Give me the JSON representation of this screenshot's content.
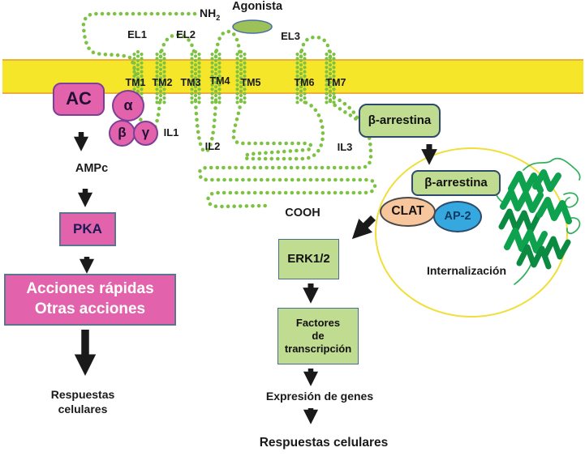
{
  "receptor": {
    "nh2_base": "NH",
    "nh2_sub": "2",
    "cooh": "COOH",
    "agonist_label": "Agonista",
    "el_labels": [
      "EL1",
      "EL2",
      "EL3"
    ],
    "tm_labels": [
      "TM1",
      "TM2",
      "TM3",
      "TM4",
      "TM5",
      "TM6",
      "TM7"
    ],
    "il_labels": [
      "IL1",
      "IL2",
      "IL3"
    ]
  },
  "left_pathway": {
    "ac": "AC",
    "alpha": "α",
    "beta": "β",
    "gamma": "γ",
    "ampc": "AMPc",
    "pka": "PKA",
    "actions_line1": "Acciones rápidas",
    "actions_line2": "Otras acciones",
    "responses_line1": "Respuestas",
    "responses_line2": "celulares"
  },
  "right_pathway": {
    "arrestin1": "β-arrestina",
    "arrestin2": "β-arrestina",
    "clat": "CLAT",
    "ap2": "AP-2",
    "internalization": "Internalización",
    "erk": "ERK1/2",
    "factors_line1": "Factores",
    "factors_line2": "de",
    "factors_line3": "transcripción",
    "gene_expression": "Expresión de genes",
    "responses": "Respuestas celulares"
  },
  "colors": {
    "membrane_yellow": "#F5E62A",
    "membrane_edge": "#EDAE3A",
    "chain_green": "#7DC242",
    "pink_fill": "#E263AB",
    "purple_border": "#7B3F98",
    "slate_border": "#5C7391",
    "green_box_fill": "#BFDC91",
    "navy_border": "#2E4A6B",
    "clat_fill": "#F8C69C",
    "ap2_fill": "#35A8DF",
    "ribbon_green": "#0EA14E",
    "vesicle_yellow": "#F0DF3A",
    "arrow_black": "#1A1A1A",
    "agonist_fill": "#9CC159"
  }
}
